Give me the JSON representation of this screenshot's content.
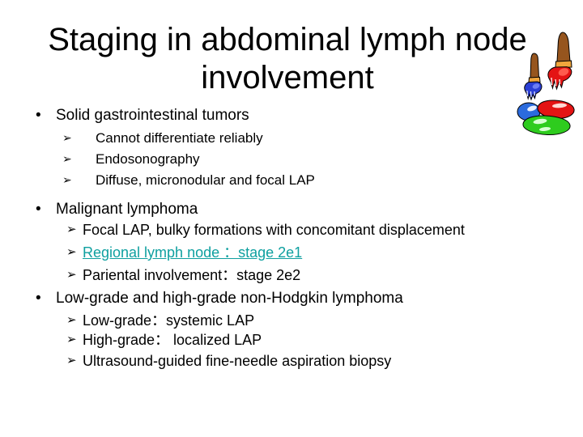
{
  "slide": {
    "title_line1": "Staging in abdominal lymph node",
    "title_line2": "involvement"
  },
  "bullets": {
    "level1_marker": "•",
    "level2_marker": "➢"
  },
  "sections": [
    {
      "title": "Solid gastrointestinal tumors",
      "items": [
        {
          "text": "Cannot differentiate reliably"
        },
        {
          "text": "Endosonography"
        },
        {
          "text": "Diffuse, micronodular and focal LAP"
        }
      ]
    },
    {
      "title": "Malignant lymphoma",
      "items": [
        {
          "text": "Focal LAP, bulky formations with concomitant displacement"
        },
        {
          "text": "Regional lymph node ：stage 2e1",
          "style": "link"
        },
        {
          "text": "Pariental involvement：stage 2e2"
        }
      ]
    },
    {
      "title": "Low-grade and high-grade non-Hodgkin lymphoma",
      "items": [
        {
          "text": "Low-grade：systemic LAP"
        },
        {
          "text": "High-grade： localized LAP"
        },
        {
          "text": "Ultrasound-guided fine-needle aspiration biopsy"
        }
      ]
    }
  ],
  "colors": {
    "background": "#FFFFFF",
    "text": "#000000",
    "highlight_teal": "#0FA0A0",
    "paint_blue": "#2B3FD4",
    "paint_red": "#E41414",
    "paint_green": "#2ECC1E",
    "brush_handle_brown": "#96551E",
    "brush_ferrule_orange": "#F0A53C"
  },
  "artwork": {
    "name": "paintbrushes-and-paint-blobs"
  }
}
